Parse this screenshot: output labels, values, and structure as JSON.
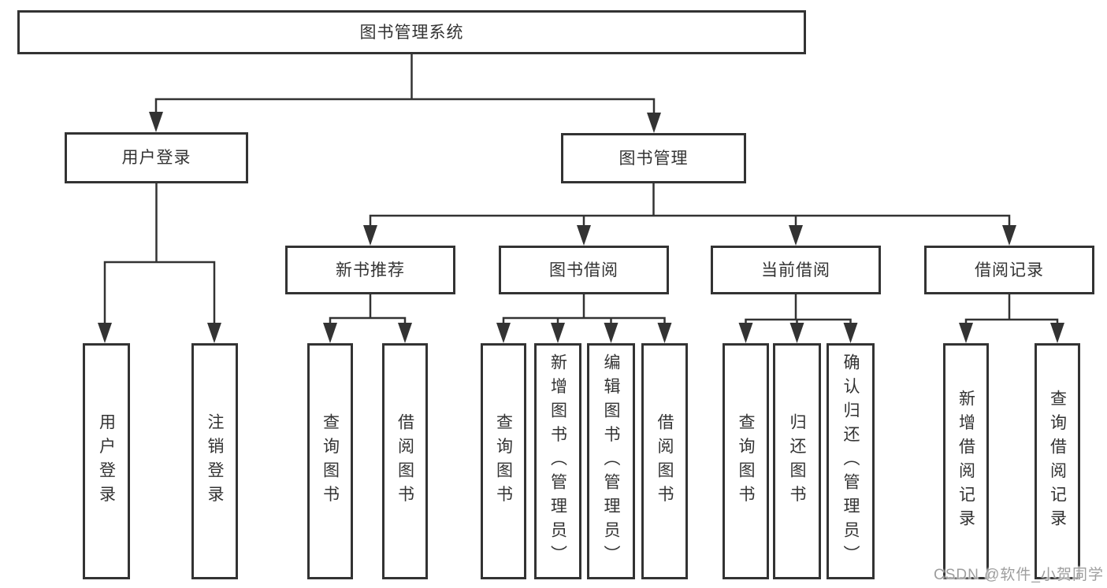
{
  "diagram": {
    "root": "图书管理系统",
    "branches": [
      {
        "label": "用户登录",
        "children": [
          {
            "label": "用户登录"
          },
          {
            "label": "注销登录"
          }
        ]
      },
      {
        "label": "图书管理",
        "children": [
          {
            "label": "新书推荐",
            "children": [
              {
                "label": "查询图书"
              },
              {
                "label": "借阅图书"
              }
            ]
          },
          {
            "label": "图书借阅",
            "children": [
              {
                "label": "查询图书"
              },
              {
                "label": "新增图书（管理员）"
              },
              {
                "label": "编辑图书（管理员）"
              },
              {
                "label": "借阅图书"
              }
            ]
          },
          {
            "label": "当前借阅",
            "children": [
              {
                "label": "查询图书"
              },
              {
                "label": "归还图书"
              },
              {
                "label": "确认归还（管理员）"
              }
            ]
          },
          {
            "label": "借阅记录",
            "children": [
              {
                "label": "新增借阅记录"
              },
              {
                "label": "查询借阅记录"
              }
            ]
          }
        ]
      }
    ]
  },
  "watermark": {
    "text": "CSDN @软件_小贺同学"
  },
  "colors": {
    "line": "#333333",
    "text": "#333333",
    "node_background": "#ffffff",
    "page_background": "#ffffff",
    "watermark": "#9e9e9e"
  }
}
